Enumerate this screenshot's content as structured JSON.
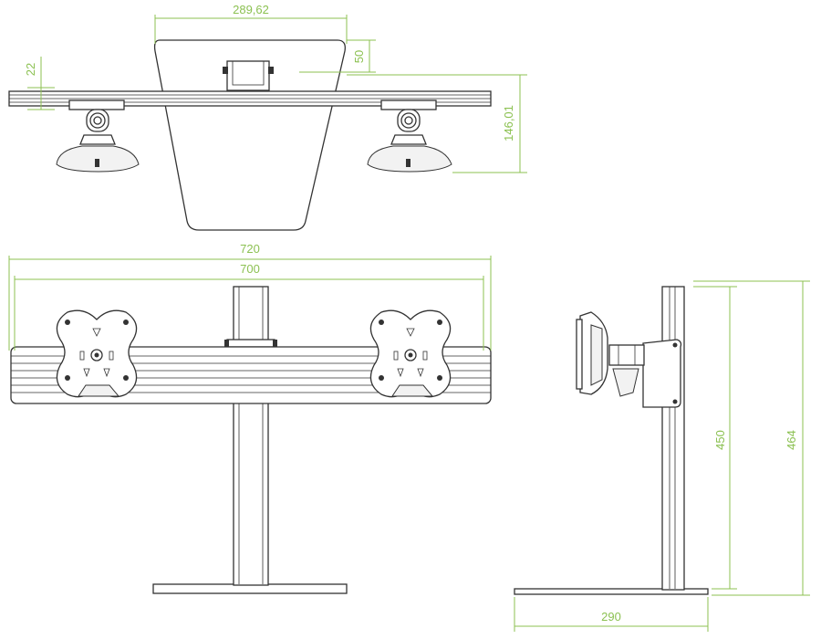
{
  "dimensions": {
    "top_width": "289,62",
    "top_offset": "50",
    "top_bar_depth": "22",
    "top_depth": "146,01",
    "front_outer_width": "720",
    "front_inner_width": "700",
    "side_height_inner": "450",
    "side_height_outer": "464",
    "side_base_depth": "290"
  },
  "colors": {
    "dimension": "#8cc152",
    "line": "#333333"
  }
}
